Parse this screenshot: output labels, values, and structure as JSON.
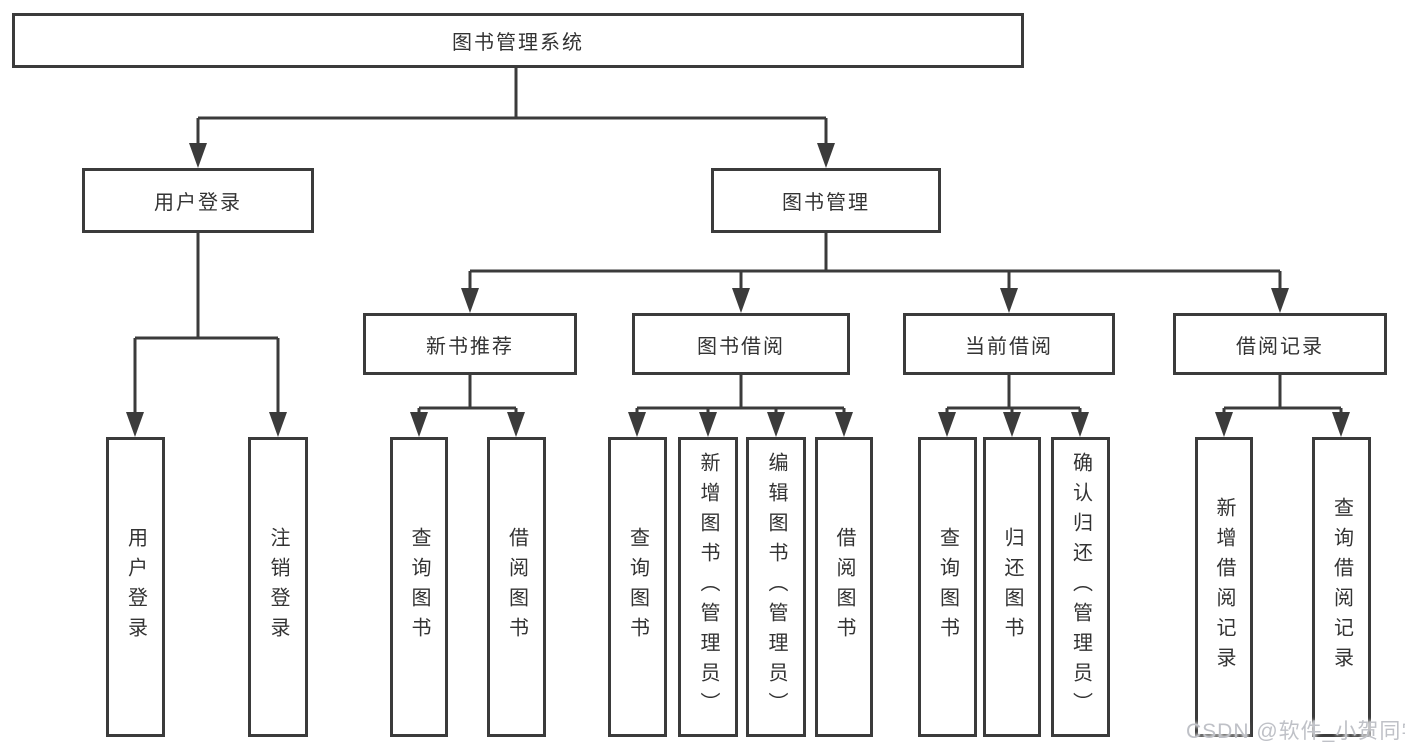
{
  "diagram": {
    "root": {
      "label": "图书管理系统"
    },
    "level2": {
      "user_login": {
        "label": "用户登录"
      },
      "book_management": {
        "label": "图书管理"
      }
    },
    "level3": {
      "new_book_recommend": {
        "label": "新书推荐"
      },
      "book_borrowing": {
        "label": "图书借阅"
      },
      "current_borrowing": {
        "label": "当前借阅"
      },
      "borrowing_records": {
        "label": "借阅记录"
      }
    },
    "leaves": {
      "user_login": {
        "label": "用户登录"
      },
      "logout": {
        "label": "注销登录"
      },
      "recommend_query_books": {
        "label": "查询图书"
      },
      "recommend_borrow_books": {
        "label": "借阅图书"
      },
      "borrowing_query_books": {
        "label": "查询图书"
      },
      "borrowing_add_books": {
        "label": "新增图书（管理员）"
      },
      "borrowing_edit_books": {
        "label": "编辑图书（管理员）"
      },
      "borrowing_borrow_books": {
        "label": "借阅图书"
      },
      "current_query_books": {
        "label": "查询图书"
      },
      "current_return_books": {
        "label": "归还图书"
      },
      "current_confirm_return": {
        "label": "确认归还（管理员）"
      },
      "records_add_record": {
        "label": "新增借阅记录"
      },
      "records_query_record": {
        "label": "查询借阅记录"
      }
    }
  },
  "watermark": {
    "text": "CSDN @软件_小贺同学"
  },
  "colors": {
    "line": "#3b3b3b",
    "text": "#333333",
    "watermark": "#bfc1c7",
    "background": "#ffffff"
  }
}
